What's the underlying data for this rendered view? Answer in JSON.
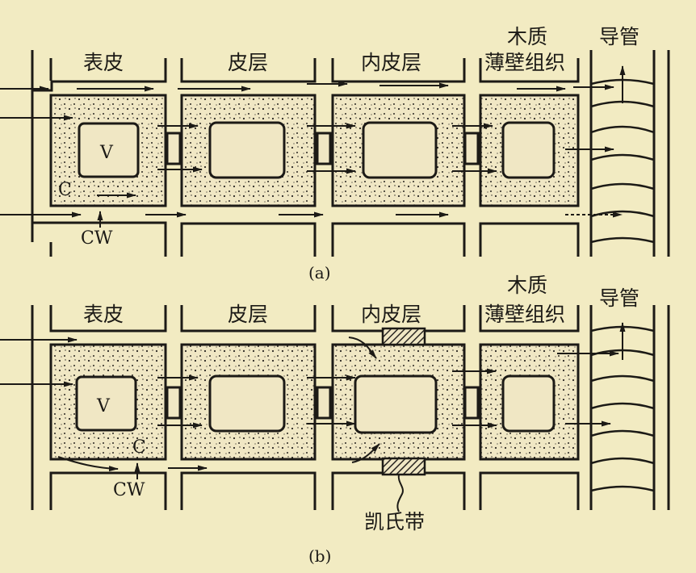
{
  "colors": {
    "background": "#f2ebc2",
    "ink": "#1c1a16",
    "cytoplasm": "#f0e7c4",
    "casparian_hatch": "#2a2622"
  },
  "panels": [
    {
      "id": "a",
      "caption": "(a)",
      "labels": {
        "epidermis": "表皮",
        "cortex": "皮层",
        "endodermis": "内皮层",
        "xylem_parenchyma_line1": "木质",
        "xylem_parenchyma_line2": "薄壁组织",
        "vessel": "导管",
        "vacuole": "V",
        "cytoplasm": "C",
        "cell_wall": "CW"
      }
    },
    {
      "id": "b",
      "caption": "(b)",
      "labels": {
        "epidermis": "表皮",
        "cortex": "皮层",
        "endodermis": "内皮层",
        "xylem_parenchyma_line1": "木质",
        "xylem_parenchyma_line2": "薄壁组织",
        "vessel": "导管",
        "vacuole": "V",
        "cytoplasm": "C",
        "cell_wall": "CW",
        "casparian_strip": "凯氏带"
      }
    }
  ]
}
